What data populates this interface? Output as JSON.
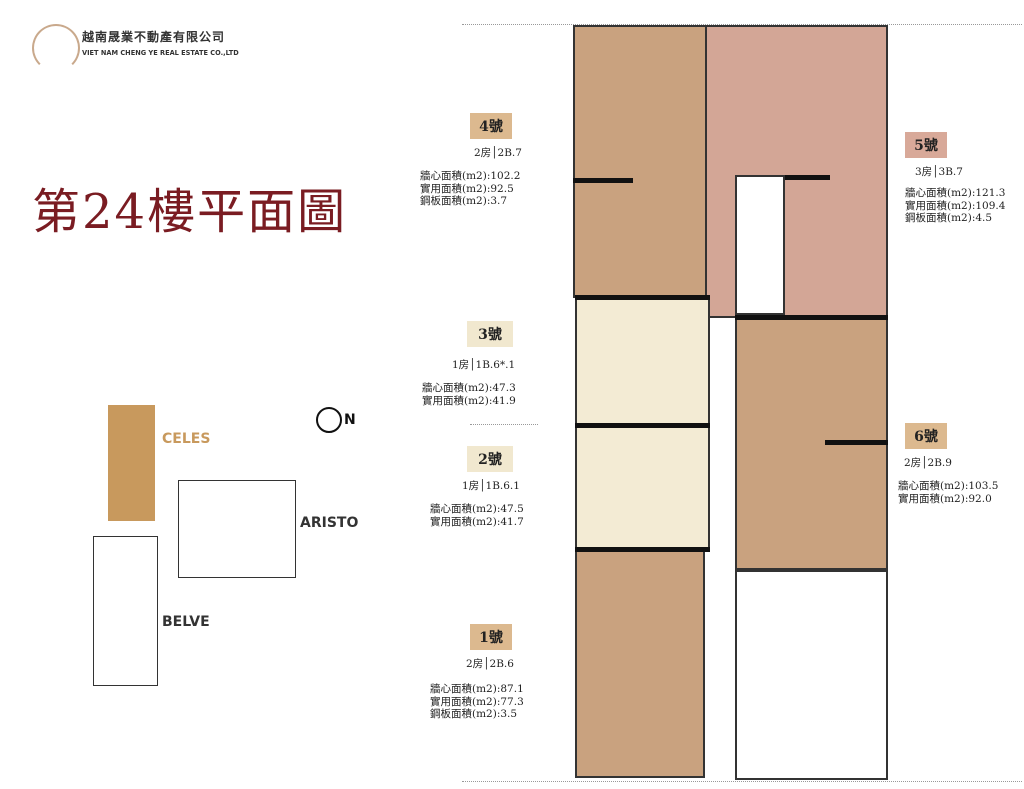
{
  "company": {
    "name_zh": "越南晟業不動產有限公司",
    "name_en": "VIET NAM CHENG YE REAL ESTATE CO.,LTD"
  },
  "title": "第24樓平面圖",
  "units": [
    {
      "label": "4號",
      "type": "2房",
      "code": "2B.7",
      "areas": [
        "牆心面積(m2):102.2",
        "實用面積(m2):92.5",
        "鋼板面積(m2):3.7"
      ],
      "color": "#dcb98f"
    },
    {
      "label": "5號",
      "type": "3房",
      "code": "3B.7",
      "areas": [
        "牆心面積(m2):121.3",
        "實用面積(m2):109.4",
        "鋼板面積(m2):4.5"
      ],
      "color": "#d8a999"
    },
    {
      "label": "3號",
      "type": "1房",
      "code": "1B.6*.1",
      "areas": [
        "牆心面積(m2):47.3",
        "實用面積(m2):41.9"
      ],
      "color": "#f1e8cf"
    },
    {
      "label": "2號",
      "type": "1房",
      "code": "1B.6.1",
      "areas": [
        "牆心面積(m2):47.5",
        "實用面積(m2):41.7"
      ],
      "color": "#f1e8cf"
    },
    {
      "label": "6號",
      "type": "2房",
      "code": "2B.9",
      "areas": [
        "牆心面積(m2):103.5",
        "實用面積(m2):92.0"
      ],
      "color": "#dcb98f"
    },
    {
      "label": "1號",
      "type": "2房",
      "code": "2B.6",
      "areas": [
        "牆心面積(m2):87.1",
        "實用面積(m2):77.3",
        "鋼板面積(m2):3.5"
      ],
      "color": "#dcb98f"
    }
  ],
  "keymap": {
    "celes": "CELES",
    "aristo": "ARISTO",
    "belve": "BELVE",
    "north": "N"
  }
}
